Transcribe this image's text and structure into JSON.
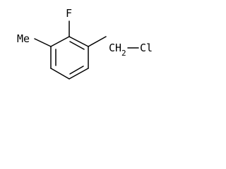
{
  "structure": {
    "substituents": {
      "fluorine": "F",
      "methyl": "Me",
      "chloromethyl_carbon": "CH",
      "chloromethyl_subscript": "2",
      "chloromethyl_chlorine": "Cl"
    }
  }
}
